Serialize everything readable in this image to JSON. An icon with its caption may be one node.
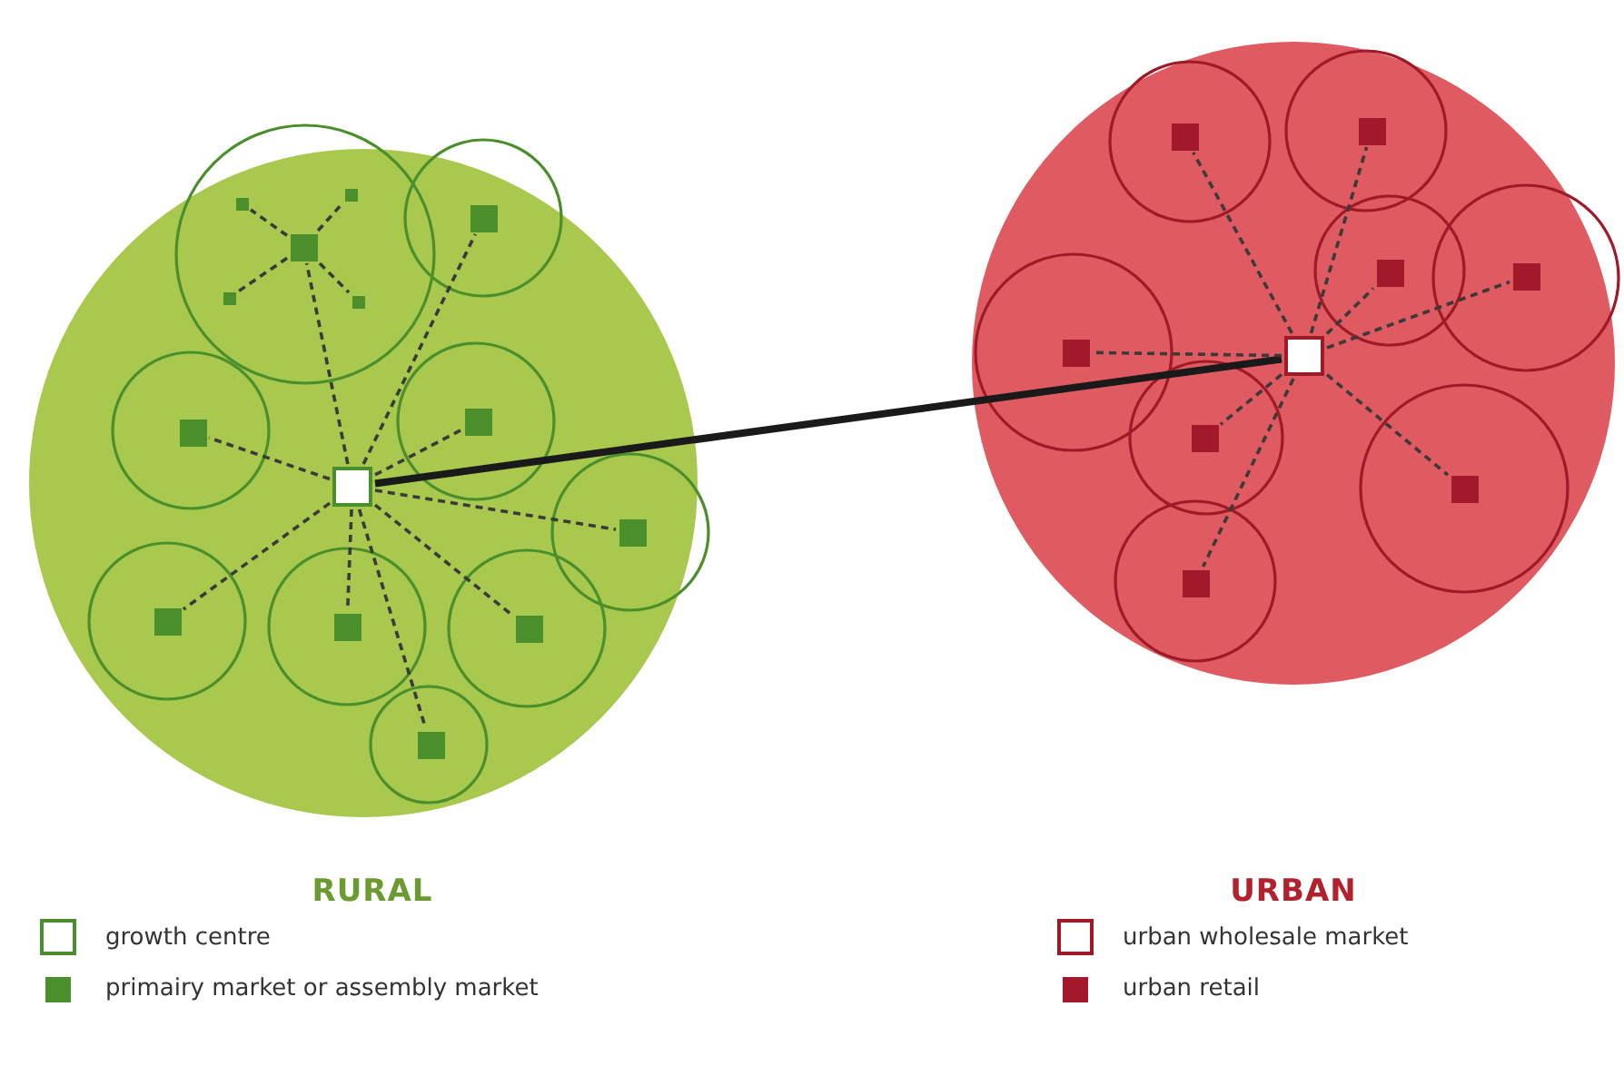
{
  "diagram": {
    "nodes": [
      {
        "text": [],
        "shape": "circle"
      },
      {
        "text": [],
        "shape": "box",
        "in": 0
      },
      {
        "text": [],
        "shape": "circle",
        "in": 0
      },
      {
        "text": [],
        "shape": "box",
        "in": 2
      },
      {
        "text": [],
        "shape": "box",
        "in": 2
      },
      {
        "text": [],
        "shape": "box",
        "in": 2
      },
      {
        "text": [],
        "shape": "box",
        "in": 2
      },
      {
        "text": [],
        "shape": "box",
        "in": 2
      },
      {
        "text": [],
        "shape": "circle",
        "in": 0
      },
      {
        "text": [],
        "shape": "box",
        "in": 8
      },
      {
        "text": [],
        "shape": "circle",
        "in": 0
      },
      {
        "text": [],
        "shape": "box",
        "in": 10
      },
      {
        "text": [],
        "shape": "circle",
        "in": 0
      },
      {
        "text": [],
        "shape": "box",
        "in": 12
      },
      {
        "text": [],
        "shape": "circle",
        "in": 0
      },
      {
        "text": [],
        "shape": "box",
        "in": 14
      },
      {
        "text": [],
        "shape": "circle",
        "in": 0
      },
      {
        "text": [],
        "shape": "box",
        "in": 16
      },
      {
        "text": [],
        "shape": "circle",
        "in": 0
      },
      {
        "text": [],
        "shape": "box",
        "in": 18
      },
      {
        "text": [],
        "shape": "circle",
        "in": 0
      },
      {
        "text": [],
        "shape": "box",
        "in": 20
      },
      {
        "text": [],
        "shape": "circle",
        "in": 0
      },
      {
        "text": [],
        "shape": "box",
        "in": 22
      },
      {
        "text": [],
        "shape": "circle"
      },
      {
        "text": [],
        "shape": "box",
        "in": 24
      },
      {
        "text": [],
        "shape": "circle",
        "in": 24
      },
      {
        "text": [],
        "shape": "box",
        "in": 26
      },
      {
        "text": [],
        "shape": "circle",
        "in": 24
      },
      {
        "text": [],
        "shape": "box",
        "in": 28
      },
      {
        "text": [],
        "shape": "circle",
        "in": 24
      },
      {
        "text": [],
        "shape": "box",
        "in": 30
      },
      {
        "text": [],
        "shape": "circle",
        "in": 24
      },
      {
        "text": [],
        "shape": "box",
        "in": 32
      },
      {
        "text": [],
        "shape": "circle",
        "in": 24
      },
      {
        "text": [],
        "shape": "box",
        "in": 34
      },
      {
        "text": [],
        "shape": "circle",
        "in": 24
      },
      {
        "text": [],
        "shape": "box",
        "in": 36
      },
      {
        "text": [],
        "shape": "circle",
        "in": 24
      },
      {
        "text": [],
        "shape": "box",
        "in": 38
      },
      {
        "text": [],
        "shape": "circle",
        "in": 24
      },
      {
        "text": [],
        "shape": "box",
        "in": 40
      }
    ],
    "edges": [
      {
        "from": 1,
        "to": 3,
        "arrow": "none",
        "style": "dashed"
      },
      {
        "from": 1,
        "to": 9,
        "arrow": "none",
        "style": "dashed"
      },
      {
        "from": 1,
        "to": 11,
        "arrow": "none",
        "style": "dashed"
      },
      {
        "from": 1,
        "to": 13,
        "arrow": "none",
        "style": "dashed"
      },
      {
        "from": 1,
        "to": 15,
        "arrow": "none",
        "style": "dashed"
      },
      {
        "from": 1,
        "to": 17,
        "arrow": "none",
        "style": "dashed"
      },
      {
        "from": 1,
        "to": 19,
        "arrow": "none",
        "style": "dashed"
      },
      {
        "from": 1,
        "to": 21,
        "arrow": "none",
        "style": "dashed"
      },
      {
        "from": 1,
        "to": 23,
        "arrow": "none",
        "style": "dashed"
      },
      {
        "from": 3,
        "to": 4,
        "arrow": "none",
        "style": "dashed"
      },
      {
        "from": 3,
        "to": 5,
        "arrow": "none",
        "style": "dashed"
      },
      {
        "from": 3,
        "to": 6,
        "arrow": "none",
        "style": "dashed"
      },
      {
        "from": 3,
        "to": 7,
        "arrow": "none",
        "style": "dashed"
      },
      {
        "from": 1,
        "to": 25,
        "arrow": "none",
        "style": "thick",
        "color": "#1a1a1a"
      },
      {
        "from": 25,
        "to": 27,
        "arrow": "none",
        "style": "dashed"
      },
      {
        "from": 25,
        "to": 29,
        "arrow": "none",
        "style": "dashed"
      },
      {
        "from": 25,
        "to": 31,
        "arrow": "none",
        "style": "dashed"
      },
      {
        "from": 25,
        "to": 33,
        "arrow": "none",
        "style": "dashed"
      },
      {
        "from": 25,
        "to": 35,
        "arrow": "none",
        "style": "dashed"
      },
      {
        "from": 25,
        "to": 37,
        "arrow": "none",
        "style": "dashed"
      },
      {
        "from": 25,
        "to": 39,
        "arrow": "none",
        "style": "dashed"
      },
      {
        "from": 25,
        "to": 41,
        "arrow": "none",
        "style": "dashed"
      }
    ],
    "labels": [
      "RURAL",
      "URBAN"
    ],
    "legend": [
      {
        "text": "growth centre"
      },
      {
        "text": "primairy market or assembly market",
        "color": "#4a8f2c"
      },
      {
        "text": "urban wholesale market"
      },
      {
        "text": "urban retail",
        "color": "#a3182b"
      }
    ]
  }
}
